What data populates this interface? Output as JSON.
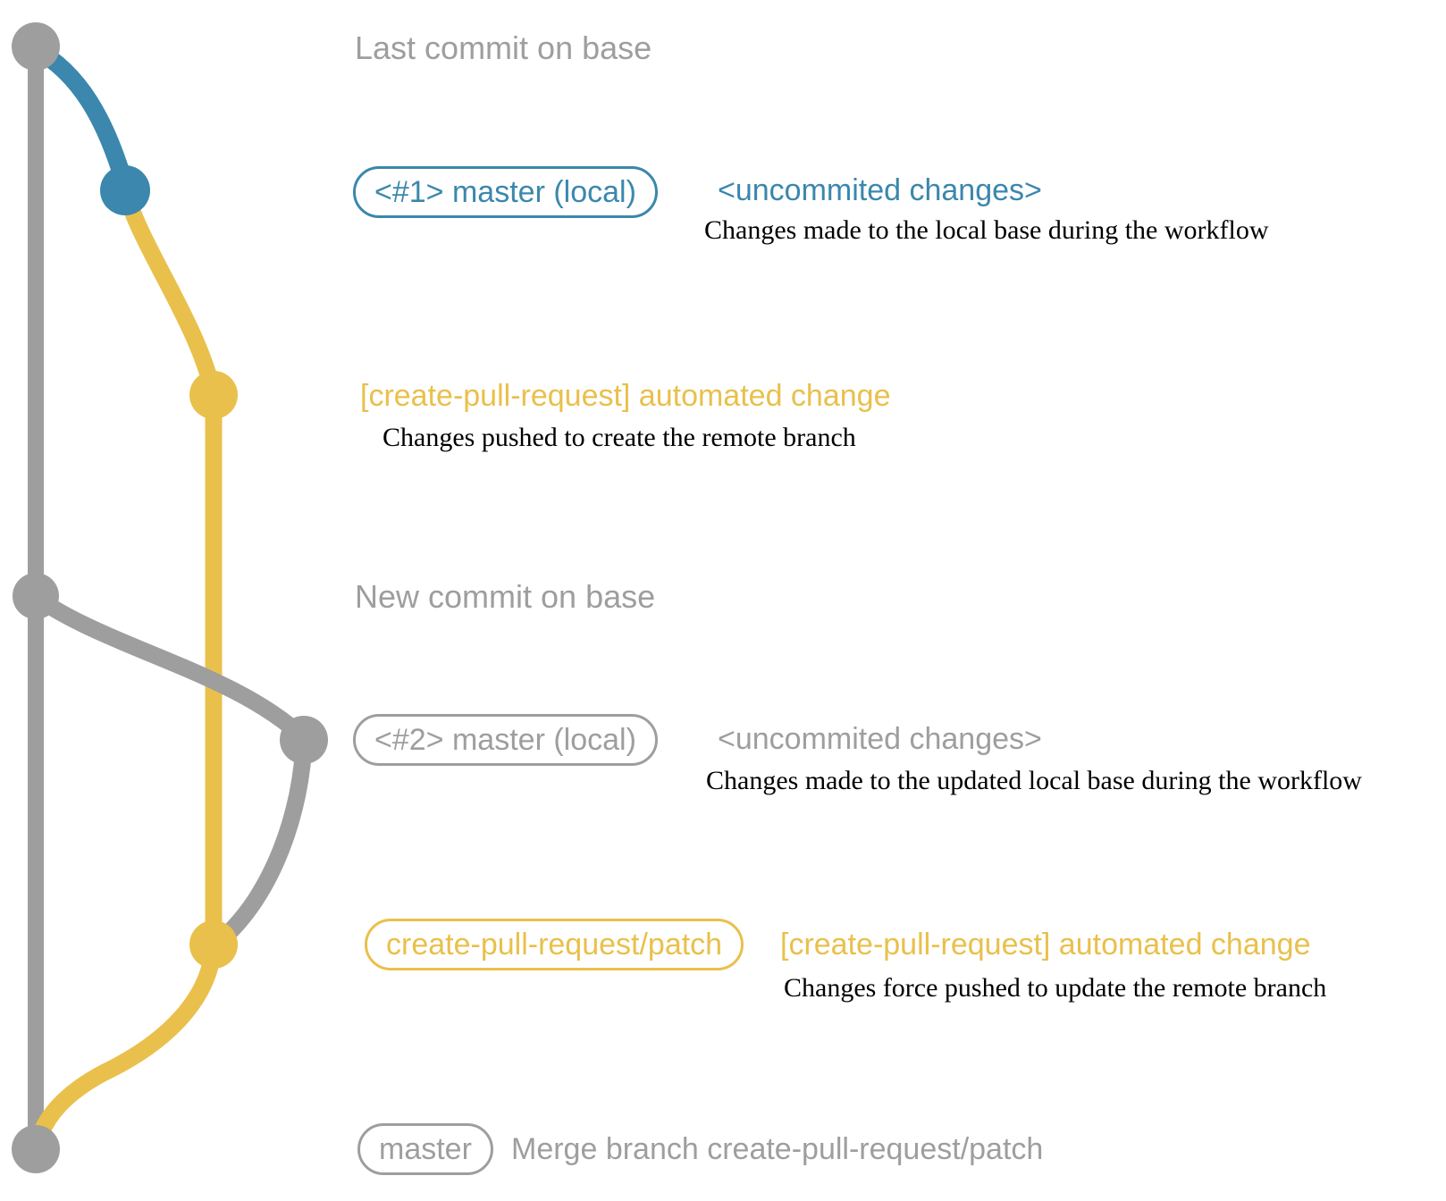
{
  "colors": {
    "base_branch_gray": "#9e9e9e",
    "local_master_blue": "#3b87ad",
    "patch_branch_yellow": "#e9c04b",
    "description_black": "#000000"
  },
  "rows": {
    "last_commit_title": "Last commit on base",
    "local1": {
      "badge": "<#1> master (local)",
      "note": "<uncommited changes>",
      "detail": "Changes made to the local base during the workflow"
    },
    "push1": {
      "note": "[create-pull-request] automated change",
      "detail": "Changes pushed to create the remote branch"
    },
    "new_commit_title": "New commit on base",
    "local2": {
      "badge": "<#2> master (local)",
      "note": "<uncommited changes>",
      "detail": "Changes made to the updated local base during the workflow"
    },
    "push2": {
      "badge": "create-pull-request/patch",
      "note": "[create-pull-request] automated change",
      "detail": "Changes force pushed to update the remote branch"
    },
    "merge": {
      "badge": "master",
      "note": "Merge branch create-pull-request/patch"
    }
  }
}
